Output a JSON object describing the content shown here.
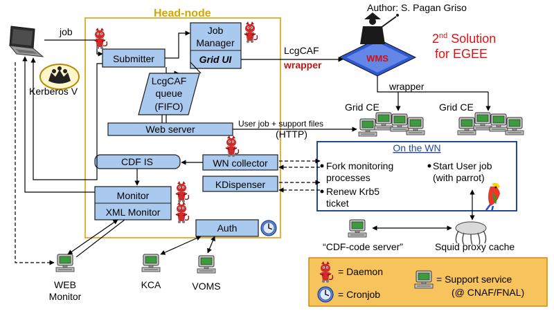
{
  "author": "Author: S. Pagan Griso",
  "solution": {
    "line1_num": "2",
    "line1_sup": "nd",
    "line1_rest": " Solution",
    "line2": "for  EGEE"
  },
  "headnode": {
    "title": "Head-node"
  },
  "labels": {
    "job": "job",
    "submitter": "Submitter",
    "job_manager_1": "Job",
    "job_manager_2": "Manager",
    "grid_ui": "Grid UI",
    "queue_1": "LcgCAF",
    "queue_2": "queue",
    "queue_3": "(FIFO)",
    "web_server": "Web server",
    "cdf_is": "CDF IS",
    "wn_collector": "WN collector",
    "kdispenser": "KDispenser",
    "monitor": "Monitor",
    "xml_monitor": "XML Monitor",
    "auth": "Auth",
    "kerberos": "Kerberos V",
    "lcgcaf": "LcgCAF",
    "wrapper_red": "wrapper",
    "wms": "WMS",
    "wrapper": "wrapper",
    "grid_ce_1": "Grid CE",
    "grid_ce_2": "Grid CE",
    "user_job_1": "User job + support files",
    "user_job_2": "(HTTP)",
    "web_monitor_1": "WEB",
    "web_monitor_2": "Monitor",
    "kca": "KCA",
    "voms": "VOMS",
    "cdf_code_server": "“CDF-code server”",
    "squid": "Squid proxy cache"
  },
  "wn": {
    "title": "On the WN",
    "fork_1": "Fork monitoring",
    "fork_2": "processes",
    "start_1": "Start User job",
    "start_2": "(with parrot)",
    "renew_1": "Renew Krb5",
    "renew_2": "ticket"
  },
  "legend": {
    "daemon": "= Daemon",
    "cronjob": "= Cronjob",
    "support_1": "= Support service",
    "support_2": "(@ CNAF/FNAL)"
  },
  "colors": {
    "box_fill": "#a9c9ee",
    "headnode_border": "#e0b43a",
    "headnode_title": "#d9a400",
    "solution_text": "#e01010",
    "wrapper_red": "#c01515",
    "wn_border": "#20489a",
    "legend_fill": "#f7c35c",
    "legend_border": "#d08a10"
  },
  "icons": {
    "laptop": "laptop-icon",
    "computer": "computer-icon",
    "daemon": "daemon-icon",
    "clock": "clock-icon",
    "kerberos": "kerberos-dog-icon",
    "wizard": "wizard-icon",
    "parrot": "parrot-icon",
    "squid": "squid-icon"
  }
}
